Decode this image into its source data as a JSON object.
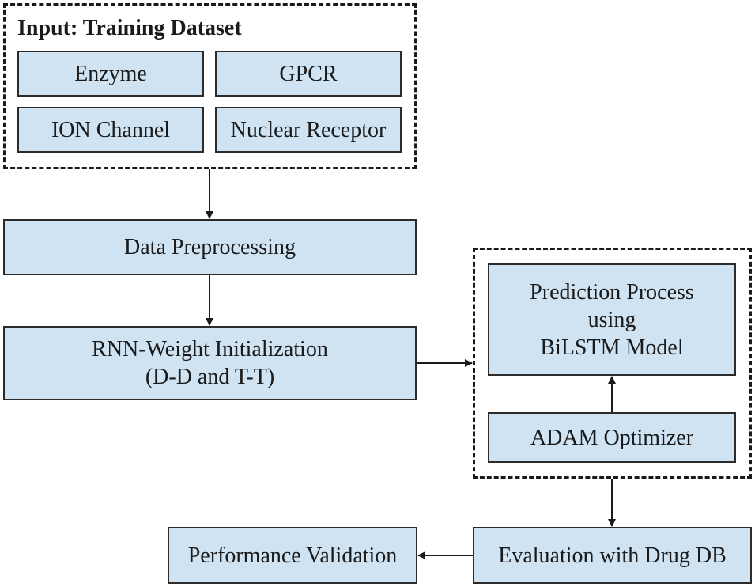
{
  "input_group": {
    "title": "Input: Training Dataset",
    "datasets": [
      "Enzyme",
      "GPCR",
      "ION Channel",
      "Nuclear Receptor"
    ]
  },
  "steps": {
    "preprocessing": "Data Preprocessing",
    "rnn_init": [
      "RNN-Weight Initialization",
      "(D-D and T-T)"
    ],
    "prediction": [
      "Prediction Process",
      "using",
      "BiLSTM Model"
    ],
    "optimizer": "ADAM Optimizer",
    "evaluation": "Evaluation with Drug DB",
    "validation": "Performance Validation"
  },
  "colors": {
    "box_fill": "#cfe3f3",
    "stroke": "#1a1a1a"
  }
}
